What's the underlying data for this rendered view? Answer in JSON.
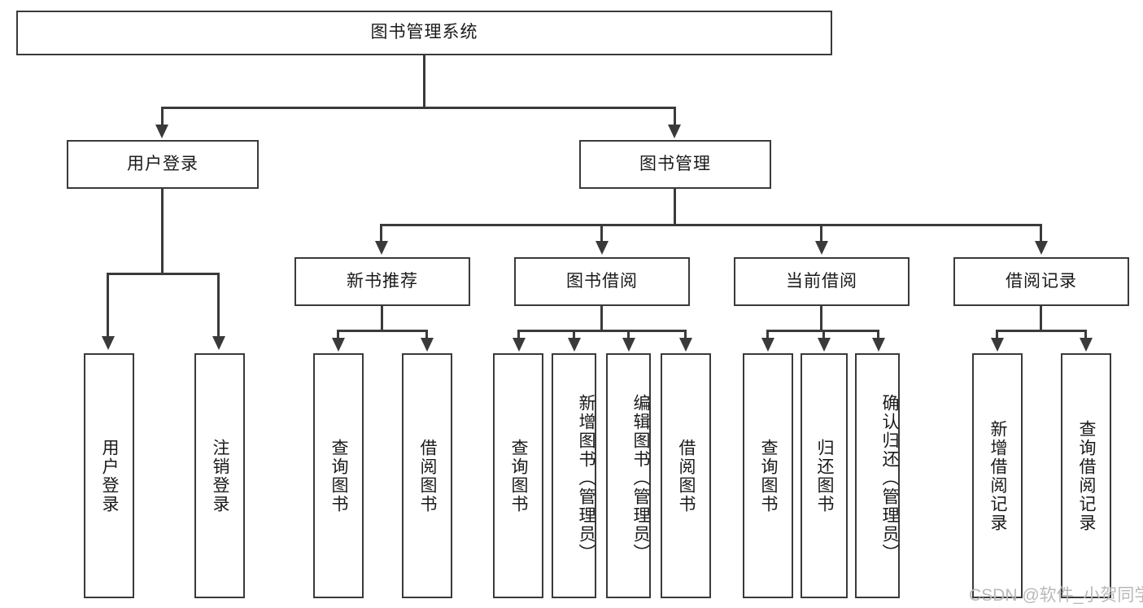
{
  "diagram": {
    "type": "tree-hierarchy",
    "title_node": {
      "label": "图书管理系统"
    },
    "level1": [
      {
        "id": "user-login",
        "label": "用户登录"
      },
      {
        "id": "book-management",
        "label": "图书管理"
      }
    ],
    "level2": [
      {
        "id": "new-book-recommend",
        "label": "新书推荐",
        "parent": "book-management"
      },
      {
        "id": "book-borrow",
        "label": "图书借阅",
        "parent": "book-management"
      },
      {
        "id": "current-borrow",
        "label": "当前借阅",
        "parent": "book-management"
      },
      {
        "id": "borrow-record",
        "label": "借阅记录",
        "parent": "book-management"
      }
    ],
    "leaves": {
      "user_login": [
        {
          "id": "leaf-user-login",
          "label": "用户登录"
        },
        {
          "id": "leaf-logout-login",
          "label": "注销登录"
        }
      ],
      "new_book_recommend": [
        {
          "id": "leaf-query-book-1",
          "label": "查询图书"
        },
        {
          "id": "leaf-borrow-book-1",
          "label": "借阅图书"
        }
      ],
      "book_borrow": [
        {
          "id": "leaf-query-book-2",
          "label": "查询图书"
        },
        {
          "id": "leaf-add-book",
          "label": "新增图书（管理员）"
        },
        {
          "id": "leaf-edit-book",
          "label": "编辑图书（管理员）"
        },
        {
          "id": "leaf-borrow-book-2",
          "label": "借阅图书"
        }
      ],
      "current_borrow": [
        {
          "id": "leaf-query-book-3",
          "label": "查询图书"
        },
        {
          "id": "leaf-return-book",
          "label": "归还图书"
        },
        {
          "id": "leaf-confirm-return",
          "label": "确认归还（管理员）"
        }
      ],
      "borrow_record": [
        {
          "id": "leaf-add-record",
          "label": "新增借阅记录"
        },
        {
          "id": "leaf-query-record",
          "label": "查询借阅记录"
        }
      ]
    }
  },
  "watermark": {
    "text": "CSDN @软件_小贺同学"
  },
  "colors": {
    "stroke": "#3a3a3a",
    "text": "#1a1a1a",
    "background": "#ffffff",
    "watermark": "#b9b9b9"
  }
}
